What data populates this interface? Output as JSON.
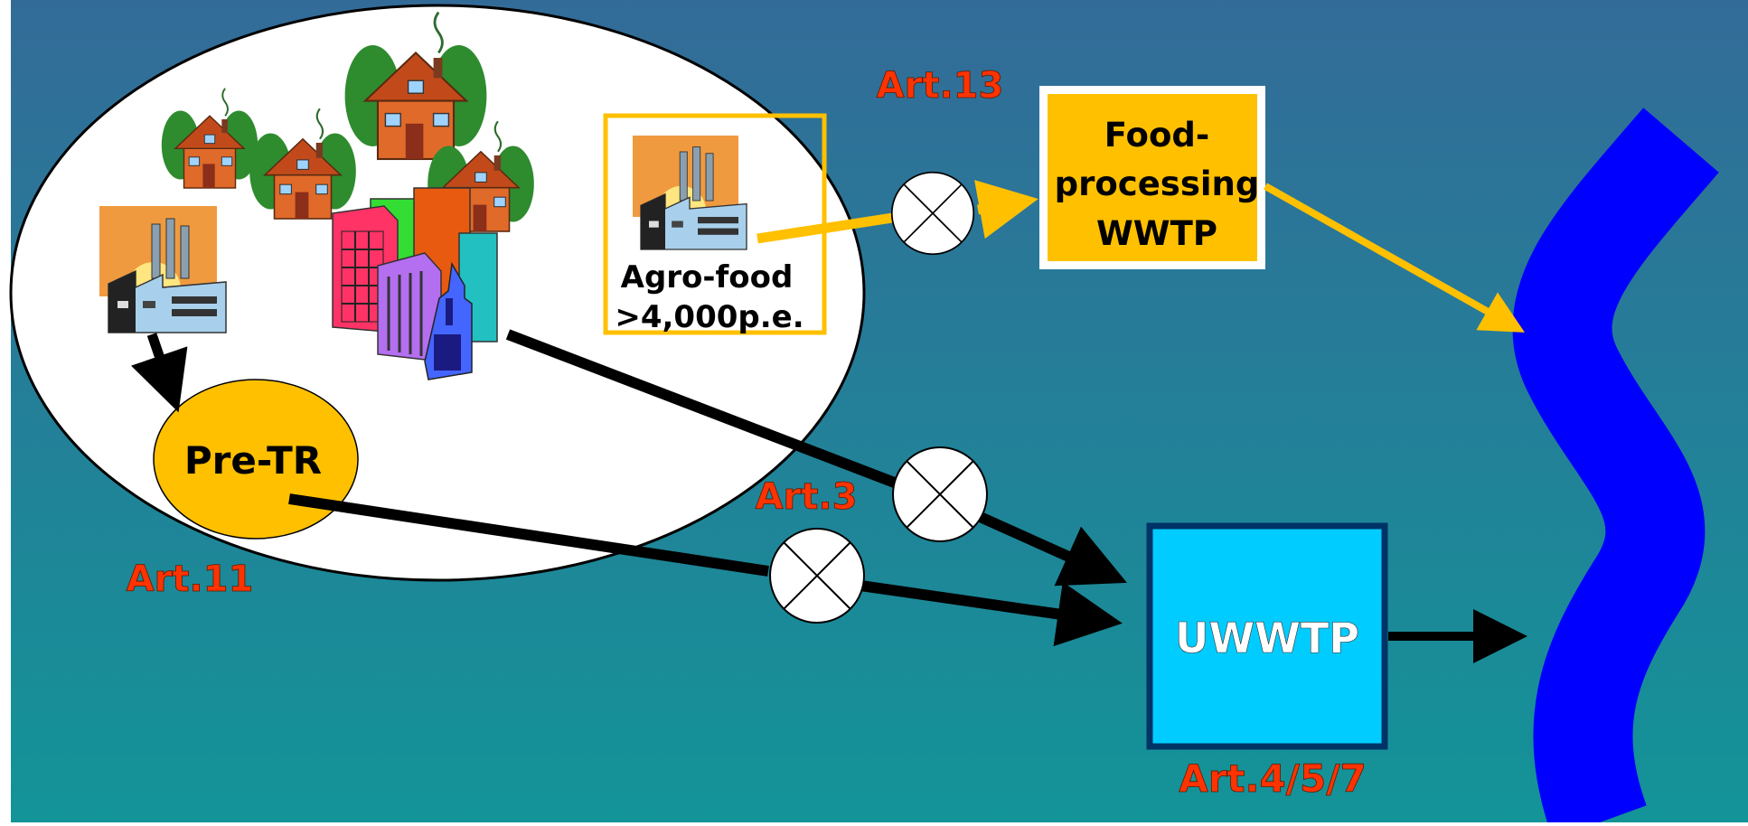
{
  "labels": {
    "art13": "Art.13",
    "art3": "Art.3",
    "art11": "Art.11",
    "art457": "Art.4/5/7"
  },
  "nodes": {
    "agro_food_line1": "Agro-food",
    "agro_food_line2": ">4,000p.e.",
    "food_processing_line1": "Food-",
    "food_processing_line2": "processing",
    "food_processing_line3": "WWTP",
    "pre_treatment": "Pre-TR",
    "uwwtp": "UWWTP"
  },
  "icons": {
    "factory": "factory-icon",
    "house": "house-icon",
    "city": "city-buildings-icon",
    "valve": "valve-cross-icon",
    "river": "river-icon"
  },
  "colors": {
    "bg_top": "#336b98",
    "bg_bottom": "#139498",
    "label_red": "#ff3300",
    "yellow": "#ffc000",
    "uwwtp_fill": "#00ccff",
    "uwwtp_border": "#003366",
    "river": "#0000ff",
    "flow_black": "#000000",
    "flow_yellow": "#ffc000"
  }
}
